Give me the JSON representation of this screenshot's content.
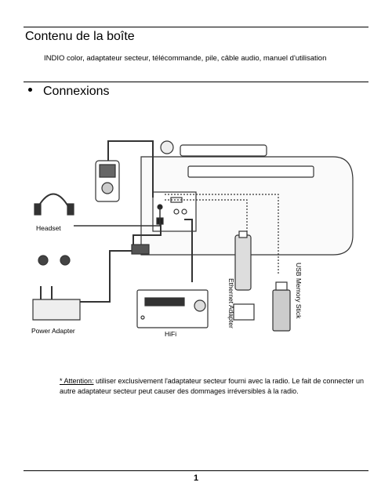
{
  "section1": {
    "title": "Contenu de la boîte",
    "contents": "INDIO color, adaptateur secteur, télécommande, pile, câble audio, manuel d'utilisation"
  },
  "section2": {
    "title": "Connexions"
  },
  "diagram": {
    "labels": {
      "headset": "Headset",
      "power_adapter": "Power Adapter",
      "hifi": "HiFi",
      "ethernet_adapter": "Ethernet Adapter",
      "usb_stick": "USB Memory Stick"
    }
  },
  "note": {
    "label": "* Attention:",
    "text": " utiliser exclusivement l'adaptateur secteur fourni avec la radio. Le fait de connecter un autre adaptateur secteur peut causer des dommages irréversibles à la radio."
  },
  "footer": {
    "page_number": "1"
  }
}
